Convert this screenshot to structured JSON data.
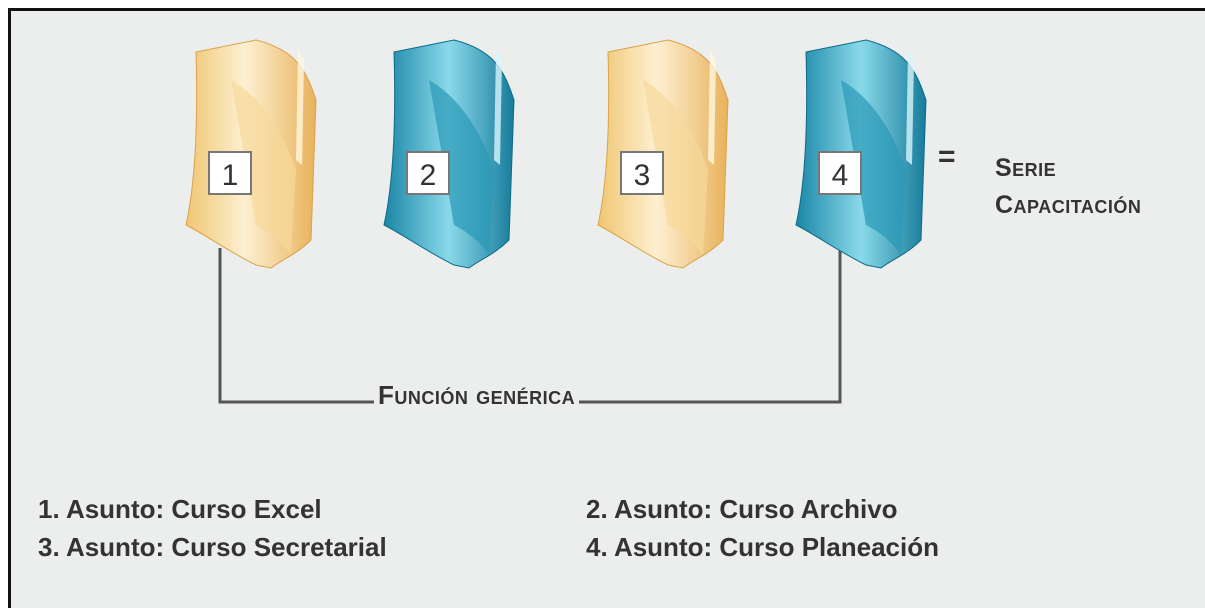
{
  "folders": [
    {
      "number": "1",
      "color": "yellow"
    },
    {
      "number": "2",
      "color": "blue"
    },
    {
      "number": "3",
      "color": "yellow"
    },
    {
      "number": "4",
      "color": "blue"
    }
  ],
  "colors": {
    "yellow_light": "#fbeac4",
    "yellow_dark": "#eab75a",
    "blue_light": "#7fd3e6",
    "blue_dark": "#1d8aa8",
    "text": "#333333",
    "background": "#eceeee"
  },
  "equals_sign": "=",
  "series_label": {
    "line1": "Serie",
    "line2": "Capacitación"
  },
  "function_label": "Función genérica",
  "subjects": [
    "1. Asunto: Curso Excel",
    "2. Asunto: Curso Archivo",
    "3. Asunto: Curso Secretarial",
    "4. Asunto: Curso Planeación"
  ]
}
